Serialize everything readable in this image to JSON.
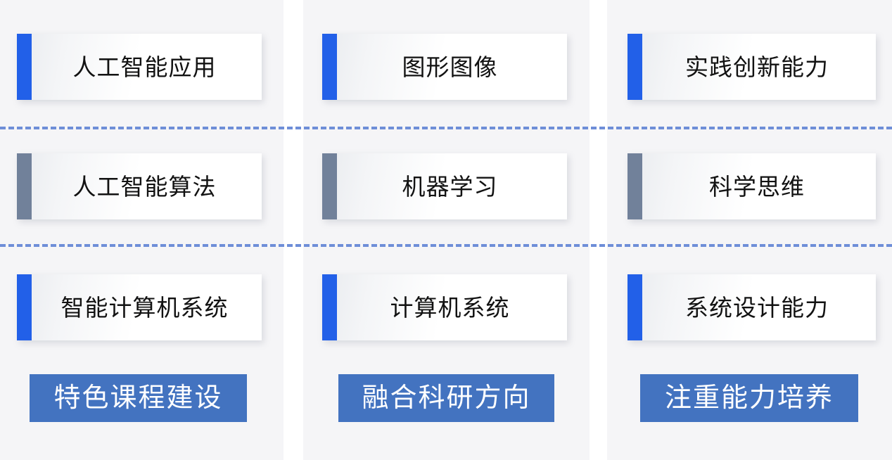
{
  "palette": {
    "background": "#f5f5f7",
    "gutter": "#ffffff",
    "accent_blue": "#2260e8",
    "accent_gray": "#71819a",
    "dashed_rule": "#6e8ed8",
    "banner_fill": "#4373c0",
    "banner_text": "#ffffff",
    "card_text": "#121212"
  },
  "layout": {
    "columns": 3,
    "rows": 3,
    "separator_style": "dashed",
    "separator_count": 2
  },
  "columns": [
    {
      "id": "col-characteristic-courses",
      "cards": [
        {
          "id": "card-ai-application",
          "label": "人工智能应用",
          "accent": "blue",
          "accent_name": "accent-bar-blue"
        },
        {
          "id": "card-ai-algorithm",
          "label": "人工智能算法",
          "accent": "gray",
          "accent_name": "accent-bar-gray"
        },
        {
          "id": "card-intelligent-computer-system",
          "label": "智能计算机系统",
          "accent": "blue",
          "accent_name": "accent-bar-blue"
        }
      ],
      "banner": {
        "id": "banner-characteristic-courses",
        "label": "特色课程建设"
      }
    },
    {
      "id": "col-research-directions",
      "cards": [
        {
          "id": "card-graphics-imaging",
          "label": "图形图像",
          "accent": "blue",
          "accent_name": "accent-bar-blue"
        },
        {
          "id": "card-machine-learning",
          "label": "机器学习",
          "accent": "gray",
          "accent_name": "accent-bar-gray"
        },
        {
          "id": "card-computer-system",
          "label": "计算机系统",
          "accent": "blue",
          "accent_name": "accent-bar-blue"
        }
      ],
      "banner": {
        "id": "banner-research-directions",
        "label": "融合科研方向"
      }
    },
    {
      "id": "col-ability-cultivation",
      "cards": [
        {
          "id": "card-practical-innovation-ability",
          "label": "实践创新能力",
          "accent": "blue",
          "accent_name": "accent-bar-blue"
        },
        {
          "id": "card-scientific-thinking",
          "label": "科学思维",
          "accent": "gray",
          "accent_name": "accent-bar-gray"
        },
        {
          "id": "card-system-design-ability",
          "label": "系统设计能力",
          "accent": "blue",
          "accent_name": "accent-bar-blue"
        }
      ],
      "banner": {
        "id": "banner-ability-cultivation",
        "label": "注重能力培养"
      }
    }
  ]
}
